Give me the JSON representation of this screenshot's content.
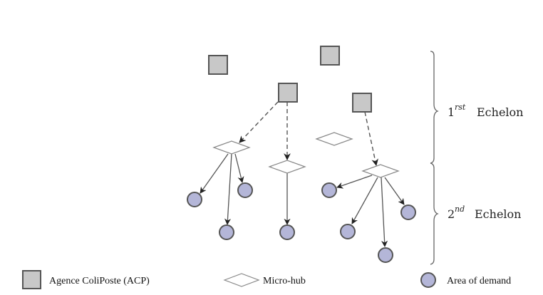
{
  "diagram": {
    "echelons": [
      {
        "number": "1",
        "suffix": "rst",
        "label": "Echelon"
      },
      {
        "number": "2",
        "suffix": "nd",
        "label": "Echelon"
      }
    ],
    "legend": [
      {
        "shape": "square",
        "label": "Agence ColiPoste (ACP)"
      },
      {
        "shape": "diamond",
        "label": "Micro-hub"
      },
      {
        "shape": "circle",
        "label": "Area of demand"
      }
    ],
    "node_counts": {
      "acp": 4,
      "micro_hubs": 4,
      "areas_of_demand": 8
    },
    "links": {
      "first_echelon": [
        {
          "from": "ACP 3",
          "to": "Micro-hub 1",
          "style": "dashed"
        },
        {
          "from": "ACP 3",
          "to": "Micro-hub 2",
          "style": "dashed"
        },
        {
          "from": "ACP 4",
          "to": "Micro-hub 4",
          "style": "dashed"
        }
      ],
      "second_echelon": [
        {
          "from": "Micro-hub 1",
          "to": "Area 1"
        },
        {
          "from": "Micro-hub 1",
          "to": "Area 2"
        },
        {
          "from": "Micro-hub 1",
          "to": "Area 3"
        },
        {
          "from": "Micro-hub 2",
          "to": "Area 4"
        },
        {
          "from": "Micro-hub 4",
          "to": "Area 5"
        },
        {
          "from": "Micro-hub 4",
          "to": "Area 6"
        },
        {
          "from": "Micro-hub 4",
          "to": "Area 7"
        },
        {
          "from": "Micro-hub 4",
          "to": "Area 8"
        }
      ]
    },
    "colors": {
      "acp_fill": "#c8c8c8",
      "acp_stroke": "#555555",
      "hub_fill": "#ffffff",
      "hub_stroke": "#888888",
      "area_fill": "#b4b6d8",
      "area_stroke": "#555555"
    }
  }
}
